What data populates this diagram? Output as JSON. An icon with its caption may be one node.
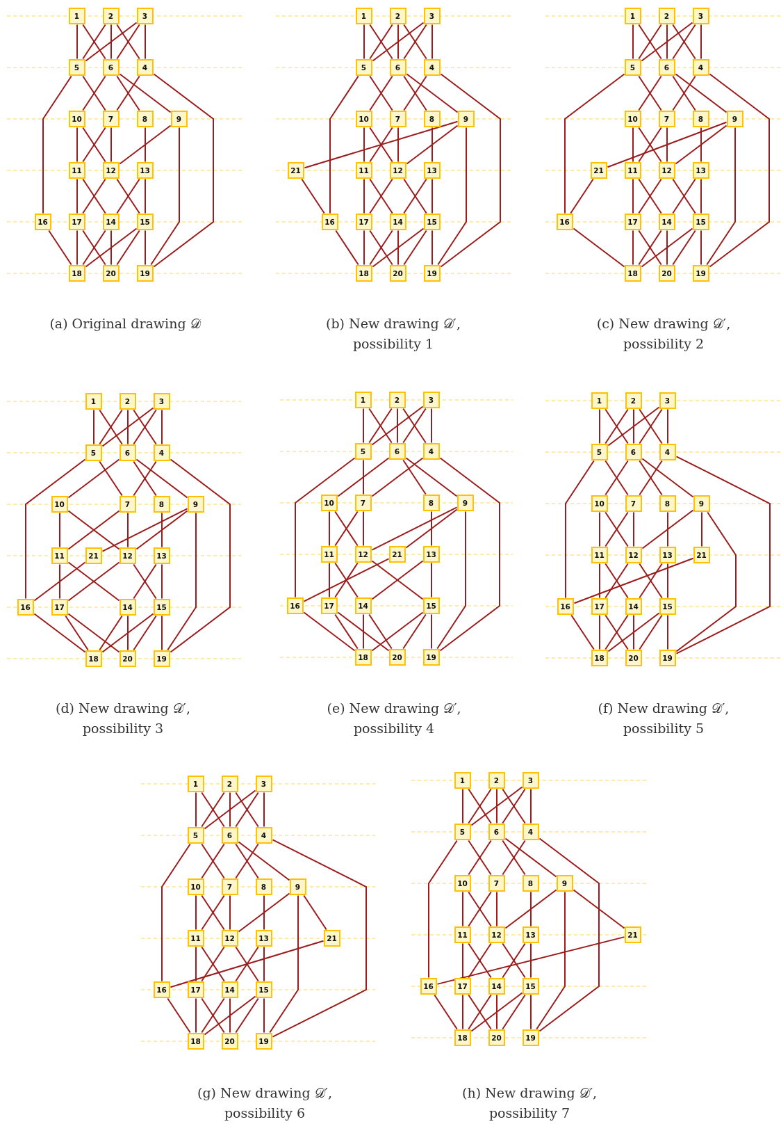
{
  "diagram": {
    "nodes": [
      {
        "text": [
          "1"
        ]
      },
      {
        "text": [
          "2"
        ]
      },
      {
        "text": [
          "3"
        ]
      },
      {
        "text": [
          "4"
        ]
      },
      {
        "text": [
          "5"
        ]
      },
      {
        "text": [
          "6"
        ]
      },
      {
        "text": [
          "7"
        ]
      },
      {
        "text": [
          "8"
        ]
      },
      {
        "text": [
          "9"
        ]
      },
      {
        "text": [
          "10"
        ]
      },
      {
        "text": [
          "11"
        ]
      },
      {
        "text": [
          "12"
        ]
      },
      {
        "text": [
          "13"
        ]
      },
      {
        "text": [
          "14"
        ]
      },
      {
        "text": [
          "15"
        ]
      },
      {
        "text": [
          "16"
        ]
      },
      {
        "text": [
          "17"
        ]
      },
      {
        "text": [
          "18"
        ]
      },
      {
        "text": [
          "19"
        ]
      },
      {
        "text": [
          "20"
        ]
      },
      {
        "text": [
          "1"
        ]
      },
      {
        "text": [
          "2"
        ]
      },
      {
        "text": [
          "3"
        ]
      },
      {
        "text": [
          "4"
        ]
      },
      {
        "text": [
          "5"
        ]
      },
      {
        "text": [
          "6"
        ]
      },
      {
        "text": [
          "7"
        ]
      },
      {
        "text": [
          "8"
        ]
      },
      {
        "text": [
          "9"
        ]
      },
      {
        "text": [
          "10"
        ]
      },
      {
        "text": [
          "11"
        ]
      },
      {
        "text": [
          "12"
        ]
      },
      {
        "text": [
          "13"
        ]
      },
      {
        "text": [
          "14"
        ]
      },
      {
        "text": [
          "15"
        ]
      },
      {
        "text": [
          "16"
        ]
      },
      {
        "text": [
          "17"
        ]
      },
      {
        "text": [
          "18"
        ]
      },
      {
        "text": [
          "19"
        ]
      },
      {
        "text": [
          "20"
        ]
      },
      {
        "text": [
          "21"
        ]
      },
      {
        "text": [
          "1"
        ]
      },
      {
        "text": [
          "2"
        ]
      },
      {
        "text": [
          "3"
        ]
      },
      {
        "text": [
          "4"
        ]
      },
      {
        "text": [
          "5"
        ]
      },
      {
        "text": [
          "6"
        ]
      },
      {
        "text": [
          "7"
        ]
      },
      {
        "text": [
          "8"
        ]
      },
      {
        "text": [
          "9"
        ]
      },
      {
        "text": [
          "10"
        ]
      },
      {
        "text": [
          "11"
        ]
      },
      {
        "text": [
          "12"
        ]
      },
      {
        "text": [
          "13"
        ]
      },
      {
        "text": [
          "14"
        ]
      },
      {
        "text": [
          "15"
        ]
      },
      {
        "text": [
          "16"
        ]
      },
      {
        "text": [
          "17"
        ]
      },
      {
        "text": [
          "18"
        ]
      },
      {
        "text": [
          "19"
        ]
      },
      {
        "text": [
          "20"
        ]
      },
      {
        "text": [
          "21"
        ]
      },
      {
        "text": [
          "1"
        ]
      },
      {
        "text": [
          "2"
        ]
      },
      {
        "text": [
          "3"
        ]
      },
      {
        "text": [
          "4"
        ]
      },
      {
        "text": [
          "5"
        ]
      },
      {
        "text": [
          "6"
        ]
      },
      {
        "text": [
          "7"
        ]
      },
      {
        "text": [
          "8"
        ]
      },
      {
        "text": [
          "9"
        ]
      },
      {
        "text": [
          "10"
        ]
      },
      {
        "text": [
          "11"
        ]
      },
      {
        "text": [
          "12"
        ]
      },
      {
        "text": [
          "13"
        ]
      },
      {
        "text": [
          "14"
        ]
      },
      {
        "text": [
          "15"
        ]
      },
      {
        "text": [
          "16"
        ]
      },
      {
        "text": [
          "17"
        ]
      },
      {
        "text": [
          "18"
        ]
      },
      {
        "text": [
          "19"
        ]
      },
      {
        "text": [
          "20"
        ]
      },
      {
        "text": [
          "21"
        ]
      },
      {
        "text": [
          "1"
        ]
      },
      {
        "text": [
          "2"
        ]
      },
      {
        "text": [
          "3"
        ]
      },
      {
        "text": [
          "4"
        ]
      },
      {
        "text": [
          "5"
        ]
      },
      {
        "text": [
          "6"
        ]
      },
      {
        "text": [
          "7"
        ]
      },
      {
        "text": [
          "8"
        ]
      },
      {
        "text": [
          "9"
        ]
      },
      {
        "text": [
          "10"
        ]
      },
      {
        "text": [
          "11"
        ]
      },
      {
        "text": [
          "12"
        ]
      },
      {
        "text": [
          "13"
        ]
      },
      {
        "text": [
          "14"
        ]
      },
      {
        "text": [
          "15"
        ]
      },
      {
        "text": [
          "16"
        ]
      },
      {
        "text": [
          "17"
        ]
      },
      {
        "text": [
          "18"
        ]
      },
      {
        "text": [
          "19"
        ]
      },
      {
        "text": [
          "20"
        ]
      },
      {
        "text": [
          "21"
        ]
      },
      {
        "text": [
          "1"
        ]
      },
      {
        "text": [
          "2"
        ]
      },
      {
        "text": [
          "3"
        ]
      },
      {
        "text": [
          "4"
        ]
      },
      {
        "text": [
          "5"
        ]
      },
      {
        "text": [
          "6"
        ]
      },
      {
        "text": [
          "7"
        ]
      },
      {
        "text": [
          "8"
        ]
      },
      {
        "text": [
          "9"
        ]
      },
      {
        "text": [
          "10"
        ]
      },
      {
        "text": [
          "11"
        ]
      },
      {
        "text": [
          "12"
        ]
      },
      {
        "text": [
          "13"
        ]
      },
      {
        "text": [
          "14"
        ]
      },
      {
        "text": [
          "15"
        ]
      },
      {
        "text": [
          "16"
        ]
      },
      {
        "text": [
          "17"
        ]
      },
      {
        "text": [
          "18"
        ]
      },
      {
        "text": [
          "19"
        ]
      },
      {
        "text": [
          "20"
        ]
      },
      {
        "text": [
          "21"
        ]
      },
      {
        "text": [
          "1"
        ]
      },
      {
        "text": [
          "2"
        ]
      },
      {
        "text": [
          "3"
        ]
      },
      {
        "text": [
          "4"
        ]
      },
      {
        "text": [
          "5"
        ]
      },
      {
        "text": [
          "6"
        ]
      },
      {
        "text": [
          "7"
        ]
      },
      {
        "text": [
          "8"
        ]
      },
      {
        "text": [
          "9"
        ]
      },
      {
        "text": [
          "10"
        ]
      },
      {
        "text": [
          "11"
        ]
      },
      {
        "text": [
          "12"
        ]
      },
      {
        "text": [
          "13"
        ]
      },
      {
        "text": [
          "14"
        ]
      },
      {
        "text": [
          "15"
        ]
      },
      {
        "text": [
          "16"
        ]
      },
      {
        "text": [
          "17"
        ]
      },
      {
        "text": [
          "18"
        ]
      },
      {
        "text": [
          "19"
        ]
      },
      {
        "text": [
          "20"
        ]
      },
      {
        "text": [
          "21"
        ]
      },
      {
        "text": [
          "1"
        ]
      },
      {
        "text": [
          "2"
        ]
      },
      {
        "text": [
          "3"
        ]
      },
      {
        "text": [
          "4"
        ]
      },
      {
        "text": [
          "5"
        ]
      },
      {
        "text": [
          "6"
        ]
      },
      {
        "text": [
          "7"
        ]
      },
      {
        "text": [
          "8"
        ]
      },
      {
        "text": [
          "9"
        ]
      },
      {
        "text": [
          "10"
        ]
      },
      {
        "text": [
          "11"
        ]
      },
      {
        "text": [
          "12"
        ]
      },
      {
        "text": [
          "13"
        ]
      },
      {
        "text": [
          "14"
        ]
      },
      {
        "text": [
          "15"
        ]
      },
      {
        "text": [
          "16"
        ]
      },
      {
        "text": [
          "17"
        ]
      },
      {
        "text": [
          "18"
        ]
      },
      {
        "text": [
          "19"
        ]
      },
      {
        "text": [
          "20"
        ]
      },
      {
        "text": [
          "21"
        ]
      }
    ],
    "edges": [
      {
        "from": 0,
        "to": 4,
        "arrow": "none"
      },
      {
        "from": 0,
        "to": 5,
        "arrow": "none"
      },
      {
        "from": 1,
        "to": 4,
        "arrow": "none"
      },
      {
        "from": 1,
        "to": 5,
        "arrow": "none"
      },
      {
        "from": 1,
        "to": 3,
        "arrow": "none"
      },
      {
        "from": 2,
        "to": 4,
        "arrow": "none"
      },
      {
        "from": 2,
        "to": 5,
        "arrow": "none"
      },
      {
        "from": 2,
        "to": 3,
        "arrow": "none"
      },
      {
        "from": 4,
        "to": 15,
        "arrow": "none"
      },
      {
        "from": 4,
        "to": 6,
        "arrow": "none"
      },
      {
        "from": 5,
        "to": 9,
        "arrow": "none"
      },
      {
        "from": 5,
        "to": 7,
        "arrow": "none"
      },
      {
        "from": 5,
        "to": 8,
        "arrow": "none"
      },
      {
        "from": 3,
        "to": 6,
        "arrow": "none"
      },
      {
        "from": 3,
        "to": 18,
        "arrow": "none"
      },
      {
        "from": 9,
        "to": 10,
        "arrow": "none"
      },
      {
        "from": 9,
        "to": 11,
        "arrow": "none"
      },
      {
        "from": 6,
        "to": 10,
        "arrow": "none"
      },
      {
        "from": 6,
        "to": 11,
        "arrow": "none"
      },
      {
        "from": 7,
        "to": 12,
        "arrow": "none"
      },
      {
        "from": 8,
        "to": 11,
        "arrow": "none"
      },
      {
        "from": 8,
        "to": 18,
        "arrow": "none"
      },
      {
        "from": 10,
        "to": 16,
        "arrow": "none"
      },
      {
        "from": 10,
        "to": 13,
        "arrow": "none"
      },
      {
        "from": 11,
        "to": 16,
        "arrow": "none"
      },
      {
        "from": 11,
        "to": 14,
        "arrow": "none"
      },
      {
        "from": 12,
        "to": 13,
        "arrow": "none"
      },
      {
        "from": 12,
        "to": 14,
        "arrow": "none"
      },
      {
        "from": 15,
        "to": 17,
        "arrow": "none"
      },
      {
        "from": 16,
        "to": 17,
        "arrow": "none"
      },
      {
        "from": 16,
        "to": 19,
        "arrow": "none"
      },
      {
        "from": 13,
        "to": 17,
        "arrow": "none"
      },
      {
        "from": 13,
        "to": 19,
        "arrow": "none"
      },
      {
        "from": 14,
        "to": 17,
        "arrow": "none"
      },
      {
        "from": 14,
        "to": 19,
        "arrow": "none"
      },
      {
        "from": 14,
        "to": 18,
        "arrow": "none"
      },
      {
        "from": 20,
        "to": 24,
        "arrow": "none"
      },
      {
        "from": 20,
        "to": 25,
        "arrow": "none"
      },
      {
        "from": 21,
        "to": 24,
        "arrow": "none"
      },
      {
        "from": 21,
        "to": 25,
        "arrow": "none"
      },
      {
        "from": 21,
        "to": 23,
        "arrow": "none"
      },
      {
        "from": 22,
        "to": 24,
        "arrow": "none"
      },
      {
        "from": 22,
        "to": 25,
        "arrow": "none"
      },
      {
        "from": 22,
        "to": 23,
        "arrow": "none"
      },
      {
        "from": 24,
        "to": 35,
        "arrow": "none"
      },
      {
        "from": 24,
        "to": 26,
        "arrow": "none"
      },
      {
        "from": 25,
        "to": 29,
        "arrow": "none"
      },
      {
        "from": 25,
        "to": 27,
        "arrow": "none"
      },
      {
        "from": 25,
        "to": 28,
        "arrow": "none"
      },
      {
        "from": 23,
        "to": 26,
        "arrow": "none"
      },
      {
        "from": 23,
        "to": 38,
        "arrow": "none"
      },
      {
        "from": 29,
        "to": 30,
        "arrow": "none"
      },
      {
        "from": 29,
        "to": 31,
        "arrow": "none"
      },
      {
        "from": 26,
        "to": 30,
        "arrow": "none"
      },
      {
        "from": 26,
        "to": 31,
        "arrow": "none"
      },
      {
        "from": 27,
        "to": 32,
        "arrow": "none"
      },
      {
        "from": 28,
        "to": 31,
        "arrow": "none"
      },
      {
        "from": 28,
        "to": 38,
        "arrow": "none"
      },
      {
        "from": 30,
        "to": 36,
        "arrow": "none"
      },
      {
        "from": 30,
        "to": 33,
        "arrow": "none"
      },
      {
        "from": 31,
        "to": 36,
        "arrow": "none"
      },
      {
        "from": 31,
        "to": 34,
        "arrow": "none"
      },
      {
        "from": 32,
        "to": 33,
        "arrow": "none"
      },
      {
        "from": 32,
        "to": 34,
        "arrow": "none"
      },
      {
        "from": 35,
        "to": 37,
        "arrow": "none"
      },
      {
        "from": 36,
        "to": 37,
        "arrow": "none"
      },
      {
        "from": 36,
        "to": 39,
        "arrow": "none"
      },
      {
        "from": 33,
        "to": 37,
        "arrow": "none"
      },
      {
        "from": 33,
        "to": 39,
        "arrow": "none"
      },
      {
        "from": 34,
        "to": 37,
        "arrow": "none"
      },
      {
        "from": 34,
        "to": 39,
        "arrow": "none"
      },
      {
        "from": 34,
        "to": 38,
        "arrow": "none"
      },
      {
        "from": 28,
        "to": 40,
        "arrow": "none"
      },
      {
        "from": 40,
        "to": 35,
        "arrow": "none"
      },
      {
        "from": 41,
        "to": 45,
        "arrow": "none"
      },
      {
        "from": 41,
        "to": 46,
        "arrow": "none"
      },
      {
        "from": 42,
        "to": 45,
        "arrow": "none"
      },
      {
        "from": 42,
        "to": 46,
        "arrow": "none"
      },
      {
        "from": 42,
        "to": 44,
        "arrow": "none"
      },
      {
        "from": 43,
        "to": 45,
        "arrow": "none"
      },
      {
        "from": 43,
        "to": 46,
        "arrow": "none"
      },
      {
        "from": 43,
        "to": 44,
        "arrow": "none"
      },
      {
        "from": 45,
        "to": 56,
        "arrow": "none"
      },
      {
        "from": 45,
        "to": 47,
        "arrow": "none"
      },
      {
        "from": 46,
        "to": 50,
        "arrow": "none"
      },
      {
        "from": 46,
        "to": 48,
        "arrow": "none"
      },
      {
        "from": 46,
        "to": 49,
        "arrow": "none"
      },
      {
        "from": 44,
        "to": 47,
        "arrow": "none"
      },
      {
        "from": 44,
        "to": 59,
        "arrow": "none"
      },
      {
        "from": 50,
        "to": 51,
        "arrow": "none"
      },
      {
        "from": 50,
        "to": 52,
        "arrow": "none"
      },
      {
        "from": 47,
        "to": 51,
        "arrow": "none"
      },
      {
        "from": 47,
        "to": 52,
        "arrow": "none"
      },
      {
        "from": 48,
        "to": 53,
        "arrow": "none"
      },
      {
        "from": 49,
        "to": 52,
        "arrow": "none"
      },
      {
        "from": 49,
        "to": 59,
        "arrow": "none"
      },
      {
        "from": 51,
        "to": 57,
        "arrow": "none"
      },
      {
        "from": 51,
        "to": 54,
        "arrow": "none"
      },
      {
        "from": 52,
        "to": 57,
        "arrow": "none"
      },
      {
        "from": 52,
        "to": 55,
        "arrow": "none"
      },
      {
        "from": 53,
        "to": 54,
        "arrow": "none"
      },
      {
        "from": 53,
        "to": 55,
        "arrow": "none"
      },
      {
        "from": 56,
        "to": 58,
        "arrow": "none"
      },
      {
        "from": 57,
        "to": 58,
        "arrow": "none"
      },
      {
        "from": 57,
        "to": 60,
        "arrow": "none"
      },
      {
        "from": 54,
        "to": 58,
        "arrow": "none"
      },
      {
        "from": 54,
        "to": 60,
        "arrow": "none"
      },
      {
        "from": 55,
        "to": 58,
        "arrow": "none"
      },
      {
        "from": 55,
        "to": 60,
        "arrow": "none"
      },
      {
        "from": 55,
        "to": 59,
        "arrow": "none"
      },
      {
        "from": 49,
        "to": 61,
        "arrow": "none"
      },
      {
        "from": 61,
        "to": 56,
        "arrow": "none"
      },
      {
        "from": 62,
        "to": 66,
        "arrow": "none"
      },
      {
        "from": 62,
        "to": 67,
        "arrow": "none"
      },
      {
        "from": 63,
        "to": 66,
        "arrow": "none"
      },
      {
        "from": 63,
        "to": 67,
        "arrow": "none"
      },
      {
        "from": 63,
        "to": 65,
        "arrow": "none"
      },
      {
        "from": 64,
        "to": 66,
        "arrow": "none"
      },
      {
        "from": 64,
        "to": 67,
        "arrow": "none"
      },
      {
        "from": 64,
        "to": 65,
        "arrow": "none"
      },
      {
        "from": 66,
        "to": 77,
        "arrow": "none"
      },
      {
        "from": 66,
        "to": 68,
        "arrow": "none"
      },
      {
        "from": 67,
        "to": 71,
        "arrow": "none"
      },
      {
        "from": 67,
        "to": 69,
        "arrow": "none"
      },
      {
        "from": 67,
        "to": 70,
        "arrow": "none"
      },
      {
        "from": 65,
        "to": 68,
        "arrow": "none"
      },
      {
        "from": 65,
        "to": 80,
        "arrow": "none"
      },
      {
        "from": 71,
        "to": 72,
        "arrow": "none"
      },
      {
        "from": 71,
        "to": 73,
        "arrow": "none"
      },
      {
        "from": 68,
        "to": 72,
        "arrow": "none"
      },
      {
        "from": 68,
        "to": 73,
        "arrow": "none"
      },
      {
        "from": 69,
        "to": 74,
        "arrow": "none"
      },
      {
        "from": 70,
        "to": 73,
        "arrow": "none"
      },
      {
        "from": 70,
        "to": 80,
        "arrow": "none"
      },
      {
        "from": 72,
        "to": 78,
        "arrow": "none"
      },
      {
        "from": 72,
        "to": 75,
        "arrow": "none"
      },
      {
        "from": 73,
        "to": 78,
        "arrow": "none"
      },
      {
        "from": 73,
        "to": 76,
        "arrow": "none"
      },
      {
        "from": 74,
        "to": 75,
        "arrow": "none"
      },
      {
        "from": 74,
        "to": 76,
        "arrow": "none"
      },
      {
        "from": 77,
        "to": 79,
        "arrow": "none"
      },
      {
        "from": 78,
        "to": 79,
        "arrow": "none"
      },
      {
        "from": 78,
        "to": 81,
        "arrow": "none"
      },
      {
        "from": 75,
        "to": 79,
        "arrow": "none"
      },
      {
        "from": 75,
        "to": 81,
        "arrow": "none"
      },
      {
        "from": 76,
        "to": 79,
        "arrow": "none"
      },
      {
        "from": 76,
        "to": 81,
        "arrow": "none"
      },
      {
        "from": 76,
        "to": 80,
        "arrow": "none"
      },
      {
        "from": 70,
        "to": 82,
        "arrow": "none"
      },
      {
        "from": 82,
        "to": 77,
        "arrow": "none"
      },
      {
        "from": 83,
        "to": 87,
        "arrow": "none"
      },
      {
        "from": 83,
        "to": 88,
        "arrow": "none"
      },
      {
        "from": 84,
        "to": 87,
        "arrow": "none"
      },
      {
        "from": 84,
        "to": 88,
        "arrow": "none"
      },
      {
        "from": 84,
        "to": 86,
        "arrow": "none"
      },
      {
        "from": 85,
        "to": 87,
        "arrow": "none"
      },
      {
        "from": 85,
        "to": 88,
        "arrow": "none"
      },
      {
        "from": 85,
        "to": 86,
        "arrow": "none"
      },
      {
        "from": 87,
        "to": 98,
        "arrow": "none"
      },
      {
        "from": 87,
        "to": 89,
        "arrow": "none"
      },
      {
        "from": 88,
        "to": 92,
        "arrow": "none"
      },
      {
        "from": 88,
        "to": 90,
        "arrow": "none"
      },
      {
        "from": 88,
        "to": 91,
        "arrow": "none"
      },
      {
        "from": 86,
        "to": 89,
        "arrow": "none"
      },
      {
        "from": 86,
        "to": 101,
        "arrow": "none"
      },
      {
        "from": 92,
        "to": 93,
        "arrow": "none"
      },
      {
        "from": 92,
        "to": 94,
        "arrow": "none"
      },
      {
        "from": 89,
        "to": 93,
        "arrow": "none"
      },
      {
        "from": 89,
        "to": 94,
        "arrow": "none"
      },
      {
        "from": 90,
        "to": 95,
        "arrow": "none"
      },
      {
        "from": 91,
        "to": 94,
        "arrow": "none"
      },
      {
        "from": 91,
        "to": 101,
        "arrow": "none"
      },
      {
        "from": 93,
        "to": 99,
        "arrow": "none"
      },
      {
        "from": 93,
        "to": 96,
        "arrow": "none"
      },
      {
        "from": 94,
        "to": 99,
        "arrow": "none"
      },
      {
        "from": 94,
        "to": 97,
        "arrow": "none"
      },
      {
        "from": 95,
        "to": 96,
        "arrow": "none"
      },
      {
        "from": 95,
        "to": 97,
        "arrow": "none"
      },
      {
        "from": 98,
        "to": 100,
        "arrow": "none"
      },
      {
        "from": 99,
        "to": 100,
        "arrow": "none"
      },
      {
        "from": 99,
        "to": 102,
        "arrow": "none"
      },
      {
        "from": 96,
        "to": 100,
        "arrow": "none"
      },
      {
        "from": 96,
        "to": 102,
        "arrow": "none"
      },
      {
        "from": 97,
        "to": 100,
        "arrow": "none"
      },
      {
        "from": 97,
        "to": 102,
        "arrow": "none"
      },
      {
        "from": 97,
        "to": 101,
        "arrow": "none"
      },
      {
        "from": 91,
        "to": 103,
        "arrow": "none"
      },
      {
        "from": 103,
        "to": 98,
        "arrow": "none"
      },
      {
        "from": 104,
        "to": 108,
        "arrow": "none"
      },
      {
        "from": 104,
        "to": 109,
        "arrow": "none"
      },
      {
        "from": 105,
        "to": 108,
        "arrow": "none"
      },
      {
        "from": 105,
        "to": 109,
        "arrow": "none"
      },
      {
        "from": 105,
        "to": 107,
        "arrow": "none"
      },
      {
        "from": 106,
        "to": 108,
        "arrow": "none"
      },
      {
        "from": 106,
        "to": 109,
        "arrow": "none"
      },
      {
        "from": 106,
        "to": 107,
        "arrow": "none"
      },
      {
        "from": 108,
        "to": 119,
        "arrow": "none"
      },
      {
        "from": 108,
        "to": 110,
        "arrow": "none"
      },
      {
        "from": 109,
        "to": 113,
        "arrow": "none"
      },
      {
        "from": 109,
        "to": 111,
        "arrow": "none"
      },
      {
        "from": 109,
        "to": 112,
        "arrow": "none"
      },
      {
        "from": 107,
        "to": 110,
        "arrow": "none"
      },
      {
        "from": 107,
        "to": 122,
        "arrow": "none"
      },
      {
        "from": 113,
        "to": 114,
        "arrow": "none"
      },
      {
        "from": 113,
        "to": 115,
        "arrow": "none"
      },
      {
        "from": 110,
        "to": 114,
        "arrow": "none"
      },
      {
        "from": 110,
        "to": 115,
        "arrow": "none"
      },
      {
        "from": 111,
        "to": 116,
        "arrow": "none"
      },
      {
        "from": 112,
        "to": 115,
        "arrow": "none"
      },
      {
        "from": 112,
        "to": 122,
        "arrow": "none"
      },
      {
        "from": 114,
        "to": 120,
        "arrow": "none"
      },
      {
        "from": 114,
        "to": 117,
        "arrow": "none"
      },
      {
        "from": 115,
        "to": 120,
        "arrow": "none"
      },
      {
        "from": 115,
        "to": 118,
        "arrow": "none"
      },
      {
        "from": 116,
        "to": 117,
        "arrow": "none"
      },
      {
        "from": 116,
        "to": 118,
        "arrow": "none"
      },
      {
        "from": 119,
        "to": 121,
        "arrow": "none"
      },
      {
        "from": 120,
        "to": 121,
        "arrow": "none"
      },
      {
        "from": 120,
        "to": 123,
        "arrow": "none"
      },
      {
        "from": 117,
        "to": 121,
        "arrow": "none"
      },
      {
        "from": 117,
        "to": 123,
        "arrow": "none"
      },
      {
        "from": 118,
        "to": 121,
        "arrow": "none"
      },
      {
        "from": 118,
        "to": 123,
        "arrow": "none"
      },
      {
        "from": 118,
        "to": 122,
        "arrow": "none"
      },
      {
        "from": 112,
        "to": 124,
        "arrow": "none"
      },
      {
        "from": 124,
        "to": 119,
        "arrow": "none"
      },
      {
        "from": 125,
        "to": 129,
        "arrow": "none"
      },
      {
        "from": 125,
        "to": 130,
        "arrow": "none"
      },
      {
        "from": 126,
        "to": 129,
        "arrow": "none"
      },
      {
        "from": 126,
        "to": 130,
        "arrow": "none"
      },
      {
        "from": 126,
        "to": 128,
        "arrow": "none"
      },
      {
        "from": 127,
        "to": 129,
        "arrow": "none"
      },
      {
        "from": 127,
        "to": 130,
        "arrow": "none"
      },
      {
        "from": 127,
        "to": 128,
        "arrow": "none"
      },
      {
        "from": 129,
        "to": 140,
        "arrow": "none"
      },
      {
        "from": 129,
        "to": 131,
        "arrow": "none"
      },
      {
        "from": 130,
        "to": 134,
        "arrow": "none"
      },
      {
        "from": 130,
        "to": 132,
        "arrow": "none"
      },
      {
        "from": 130,
        "to": 133,
        "arrow": "none"
      },
      {
        "from": 128,
        "to": 131,
        "arrow": "none"
      },
      {
        "from": 128,
        "to": 143,
        "arrow": "none"
      },
      {
        "from": 134,
        "to": 135,
        "arrow": "none"
      },
      {
        "from": 134,
        "to": 136,
        "arrow": "none"
      },
      {
        "from": 131,
        "to": 135,
        "arrow": "none"
      },
      {
        "from": 131,
        "to": 136,
        "arrow": "none"
      },
      {
        "from": 132,
        "to": 137,
        "arrow": "none"
      },
      {
        "from": 133,
        "to": 136,
        "arrow": "none"
      },
      {
        "from": 133,
        "to": 143,
        "arrow": "none"
      },
      {
        "from": 135,
        "to": 141,
        "arrow": "none"
      },
      {
        "from": 135,
        "to": 138,
        "arrow": "none"
      },
      {
        "from": 136,
        "to": 141,
        "arrow": "none"
      },
      {
        "from": 136,
        "to": 139,
        "arrow": "none"
      },
      {
        "from": 137,
        "to": 138,
        "arrow": "none"
      },
      {
        "from": 137,
        "to": 139,
        "arrow": "none"
      },
      {
        "from": 140,
        "to": 142,
        "arrow": "none"
      },
      {
        "from": 141,
        "to": 142,
        "arrow": "none"
      },
      {
        "from": 141,
        "to": 144,
        "arrow": "none"
      },
      {
        "from": 138,
        "to": 142,
        "arrow": "none"
      },
      {
        "from": 138,
        "to": 144,
        "arrow": "none"
      },
      {
        "from": 139,
        "to": 142,
        "arrow": "none"
      },
      {
        "from": 139,
        "to": 144,
        "arrow": "none"
      },
      {
        "from": 139,
        "to": 143,
        "arrow": "none"
      },
      {
        "from": 133,
        "to": 145,
        "arrow": "none"
      },
      {
        "from": 145,
        "to": 140,
        "arrow": "none"
      },
      {
        "from": 146,
        "to": 150,
        "arrow": "none"
      },
      {
        "from": 146,
        "to": 151,
        "arrow": "none"
      },
      {
        "from": 147,
        "to": 150,
        "arrow": "none"
      },
      {
        "from": 147,
        "to": 151,
        "arrow": "none"
      },
      {
        "from": 147,
        "to": 149,
        "arrow": "none"
      },
      {
        "from": 148,
        "to": 150,
        "arrow": "none"
      },
      {
        "from": 148,
        "to": 151,
        "arrow": "none"
      },
      {
        "from": 148,
        "to": 149,
        "arrow": "none"
      },
      {
        "from": 150,
        "to": 161,
        "arrow": "none"
      },
      {
        "from": 150,
        "to": 152,
        "arrow": "none"
      },
      {
        "from": 151,
        "to": 155,
        "arrow": "none"
      },
      {
        "from": 151,
        "to": 153,
        "arrow": "none"
      },
      {
        "from": 151,
        "to": 154,
        "arrow": "none"
      },
      {
        "from": 149,
        "to": 152,
        "arrow": "none"
      },
      {
        "from": 149,
        "to": 164,
        "arrow": "none"
      },
      {
        "from": 155,
        "to": 156,
        "arrow": "none"
      },
      {
        "from": 155,
        "to": 157,
        "arrow": "none"
      },
      {
        "from": 152,
        "to": 156,
        "arrow": "none"
      },
      {
        "from": 152,
        "to": 157,
        "arrow": "none"
      },
      {
        "from": 153,
        "to": 158,
        "arrow": "none"
      },
      {
        "from": 154,
        "to": 157,
        "arrow": "none"
      },
      {
        "from": 154,
        "to": 164,
        "arrow": "none"
      },
      {
        "from": 156,
        "to": 162,
        "arrow": "none"
      },
      {
        "from": 156,
        "to": 159,
        "arrow": "none"
      },
      {
        "from": 157,
        "to": 162,
        "arrow": "none"
      },
      {
        "from": 157,
        "to": 160,
        "arrow": "none"
      },
      {
        "from": 158,
        "to": 159,
        "arrow": "none"
      },
      {
        "from": 158,
        "to": 160,
        "arrow": "none"
      },
      {
        "from": 161,
        "to": 163,
        "arrow": "none"
      },
      {
        "from": 162,
        "to": 163,
        "arrow": "none"
      },
      {
        "from": 162,
        "to": 165,
        "arrow": "none"
      },
      {
        "from": 159,
        "to": 163,
        "arrow": "none"
      },
      {
        "from": 159,
        "to": 165,
        "arrow": "none"
      },
      {
        "from": 160,
        "to": 163,
        "arrow": "none"
      },
      {
        "from": 160,
        "to": 165,
        "arrow": "none"
      },
      {
        "from": 160,
        "to": 164,
        "arrow": "none"
      },
      {
        "from": 154,
        "to": 166,
        "arrow": "none"
      },
      {
        "from": 166,
        "to": 161,
        "arrow": "none"
      }
    ],
    "labels": [
      "(a) Original drawing 𝒟",
      "(b) New drawing 𝒟′, possibility 1",
      "(c) New drawing 𝒟′, possibility 2",
      "(d) New drawing 𝒟′, possibility 3",
      "(e) New drawing 𝒟′, possibility 4",
      "(f) New drawing 𝒟′, possibility 5",
      "(g) New drawing 𝒟′, possibility 6",
      "(h) New drawing 𝒟′, possibility 7"
    ]
  }
}
